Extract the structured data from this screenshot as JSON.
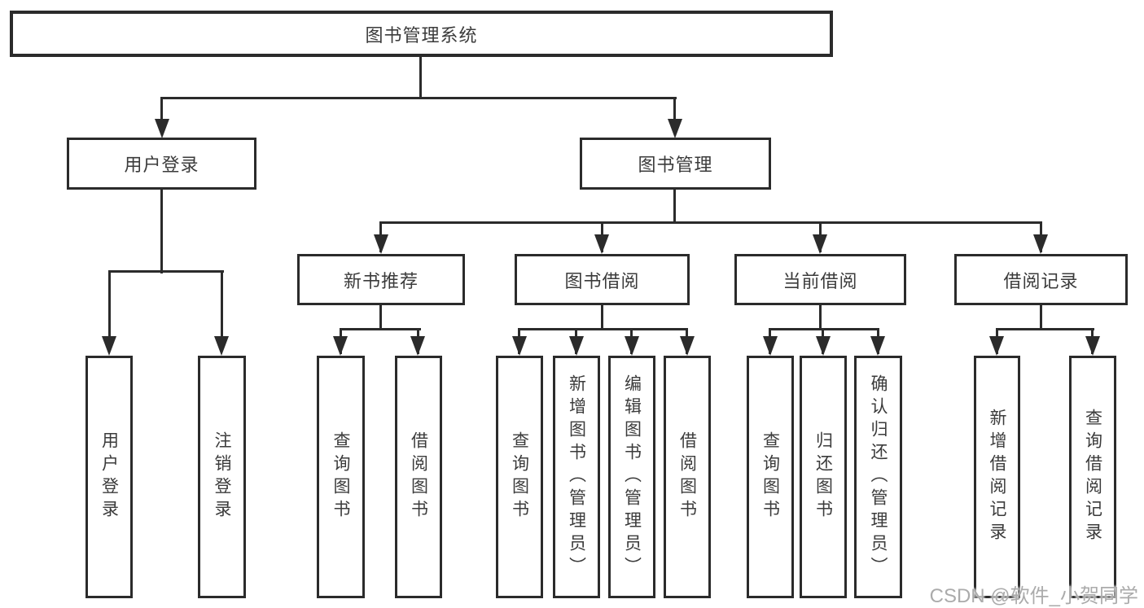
{
  "diagram": {
    "type": "tree",
    "root": {
      "label": "图书管理系统",
      "children": [
        {
          "label": "用户登录",
          "children": [
            {
              "label": "用户登录"
            },
            {
              "label": "注销登录"
            }
          ]
        },
        {
          "label": "图书管理",
          "children": [
            {
              "label": "新书推荐",
              "children": [
                {
                  "label": "查询图书"
                },
                {
                  "label": "借阅图书"
                }
              ]
            },
            {
              "label": "图书借阅",
              "children": [
                {
                  "label": "查询图书"
                },
                {
                  "label": "新增图书（管理员）"
                },
                {
                  "label": "编辑图书（管理员）"
                },
                {
                  "label": "借阅图书"
                }
              ]
            },
            {
              "label": "当前借阅",
              "children": [
                {
                  "label": "查询图书"
                },
                {
                  "label": "归还图书"
                },
                {
                  "label": "确认归还（管理员）"
                }
              ]
            },
            {
              "label": "借阅记录",
              "children": [
                {
                  "label": "新增借阅记录"
                },
                {
                  "label": "查询借阅记录"
                }
              ]
            }
          ]
        }
      ]
    }
  },
  "watermark": {
    "text": "CSDN @软件_小贺同学"
  },
  "colors": {
    "line": "#2b2b2b",
    "text": "#3b3b3b",
    "watermark": "#ababab",
    "bg": "#ffffff"
  }
}
